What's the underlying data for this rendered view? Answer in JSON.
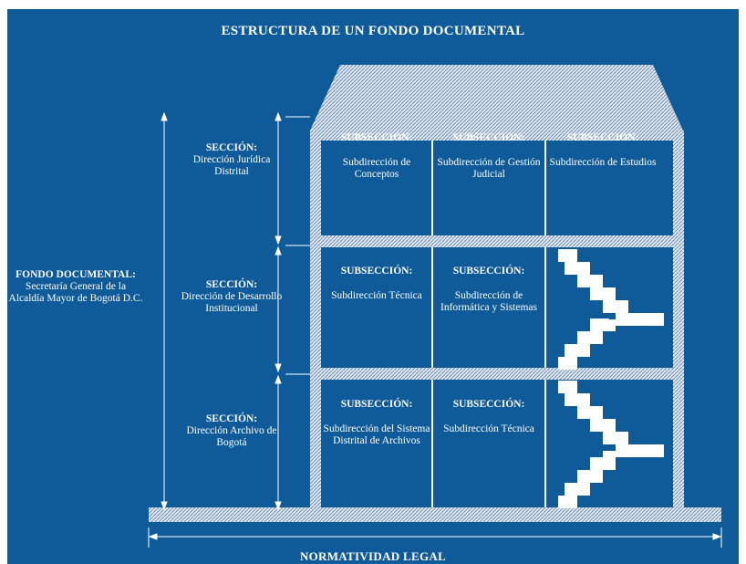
{
  "title": "ESTRUCTURA DE UN FONDO DOCUMENTAL",
  "footer": "NORMATIVIDAD LEGAL",
  "fondo": {
    "heading": "FONDO DOCUMENTAL:",
    "body": "Secretaría General de la Alcaldía Mayor de Bogotá D.C."
  },
  "sections": [
    {
      "heading": "SECCIÓN:",
      "name": "Dirección Jurídica Distrital"
    },
    {
      "heading": "SECCIÓN:",
      "name": "Dirección de Desarrollo Institucional"
    },
    {
      "heading": "SECCIÓN:",
      "name": "Dirección Archivo de Bogotá"
    }
  ],
  "subsections": [
    {
      "heading": "SUBSECCIÓN:",
      "name": "Subdirección de Conceptos"
    },
    {
      "heading": "SUBSECCIÓN:",
      "name": "Subdirección de Gestión Judicial"
    },
    {
      "heading": "SUBSECCIÓN:",
      "name": "Subdirección de Estudios"
    },
    {
      "heading": "SUBSECCIÓN:",
      "name": "Subdirección Técnica"
    },
    {
      "heading": "SUBSECCIÓN:",
      "name": "Subdirección de Informática y Sistemas"
    },
    {
      "heading": "SUBSECCIÓN:",
      "name": "Subdirección del Sistema Distrital de Archivos"
    },
    {
      "heading": "SUBSECCIÓN:",
      "name": "Subdirección Técnica"
    }
  ],
  "colors": {
    "background": "#0f5a98",
    "lines": "#ffffff",
    "texture": "#cfdbe8"
  }
}
